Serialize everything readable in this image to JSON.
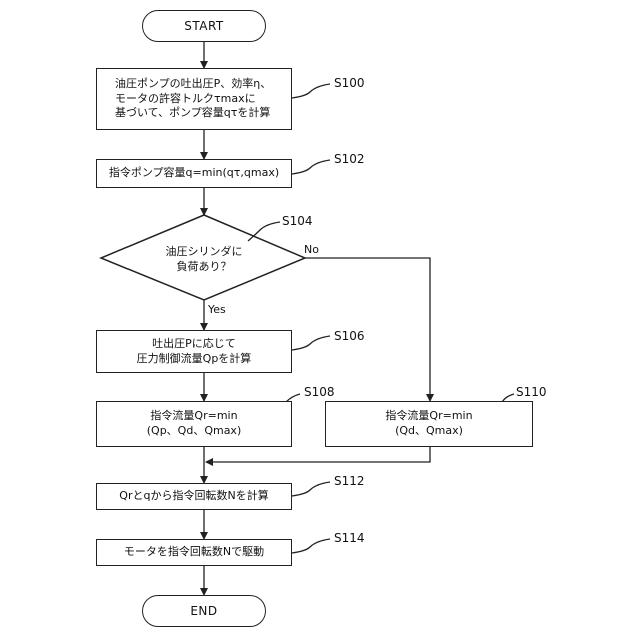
{
  "nodes": {
    "start": "START",
    "s100": "油圧ポンプの吐出圧P、効率η、\nモータの許容トルクτmaxに\n基づいて、ポンプ容量qτを計算",
    "s102": "指令ポンプ容量q=min(qτ,qmax)",
    "s104": "油圧シリンダに\n負荷あり？",
    "s106": "吐出圧Pに応じて\n圧力制御流量Qpを計算",
    "s108": "指令流量Qr=min\n(Qp、Qd、Qmax)",
    "s110": "指令流量Qr=min\n(Qd、Qmax)",
    "s112": "Qrとqから指令回転数Nを計算",
    "s114": "モータを指令回転数Nで駆動",
    "end": "END"
  },
  "labels": {
    "s100": "S100",
    "s102": "S102",
    "s104": "S104",
    "s106": "S106",
    "s108": "S108",
    "s110": "S110",
    "s112": "S112",
    "s114": "S114"
  },
  "branches": {
    "yes": "Yes",
    "no": "No"
  }
}
